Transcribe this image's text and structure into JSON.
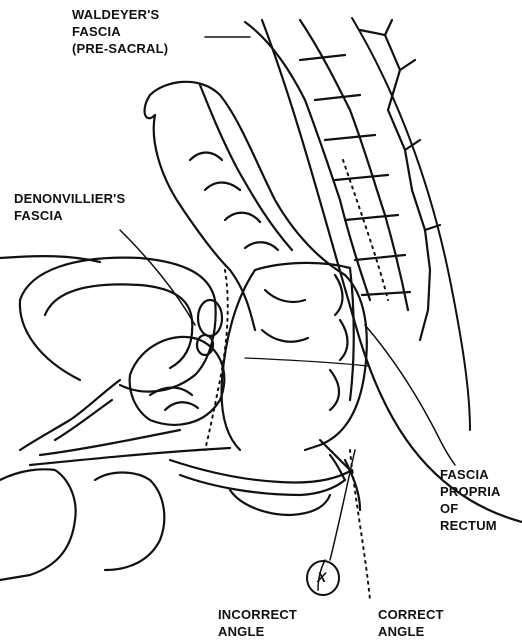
{
  "labels": {
    "waldeyer": [
      "WALDEYER'S",
      "FASCIA",
      "(PRE-SACRAL)"
    ],
    "denonvillier": [
      "DENONVILLIER'S",
      "FASCIA"
    ],
    "fascia_propria": [
      "FASCIA",
      "PROPRIA",
      "OF",
      "RECTUM"
    ],
    "incorrect_angle": [
      "INCORRECT",
      "ANGLE"
    ],
    "correct_angle": [
      "CORRECT",
      "ANGLE"
    ],
    "x_marker": "X"
  },
  "colors": {
    "ink": "#111111",
    "background": "#ffffff"
  }
}
